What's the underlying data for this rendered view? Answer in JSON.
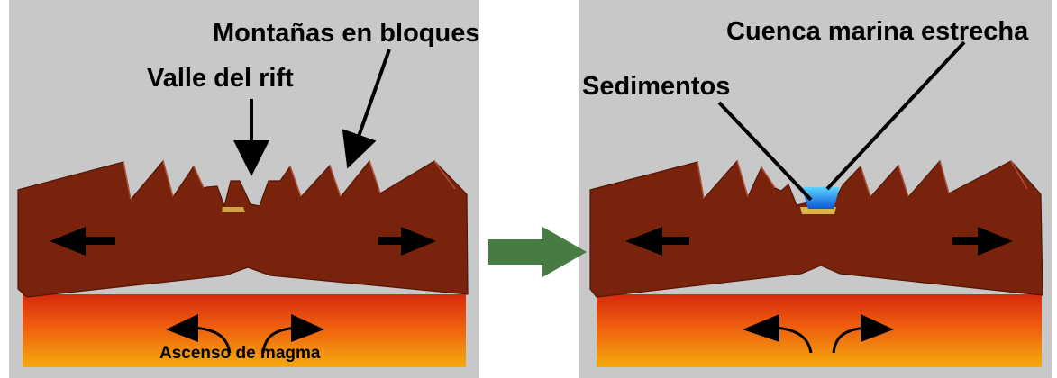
{
  "diagram": {
    "left_panel": {
      "labels": {
        "valle": "Valle del rift",
        "montanas": "Montañas en bloques",
        "magma": "Ascenso de magma"
      }
    },
    "right_panel": {
      "labels": {
        "sedimentos": "Sedimentos",
        "cuenca": "Cuenca marina estrecha"
      }
    },
    "colors": {
      "panel_bg": "#c8c8c8",
      "crust": "#7a230c",
      "crust_edge": "#4e1505",
      "magma_top": "#e6350f",
      "magma_bottom": "#f2a20c",
      "sediment": "#d7b14c",
      "water": "#22a8e8",
      "transition_arrow": "#467b43"
    },
    "icons": [
      "left-arrow-icon",
      "right-arrow-icon",
      "upwelling-arrow-icon",
      "transition-arrow-icon"
    ]
  }
}
